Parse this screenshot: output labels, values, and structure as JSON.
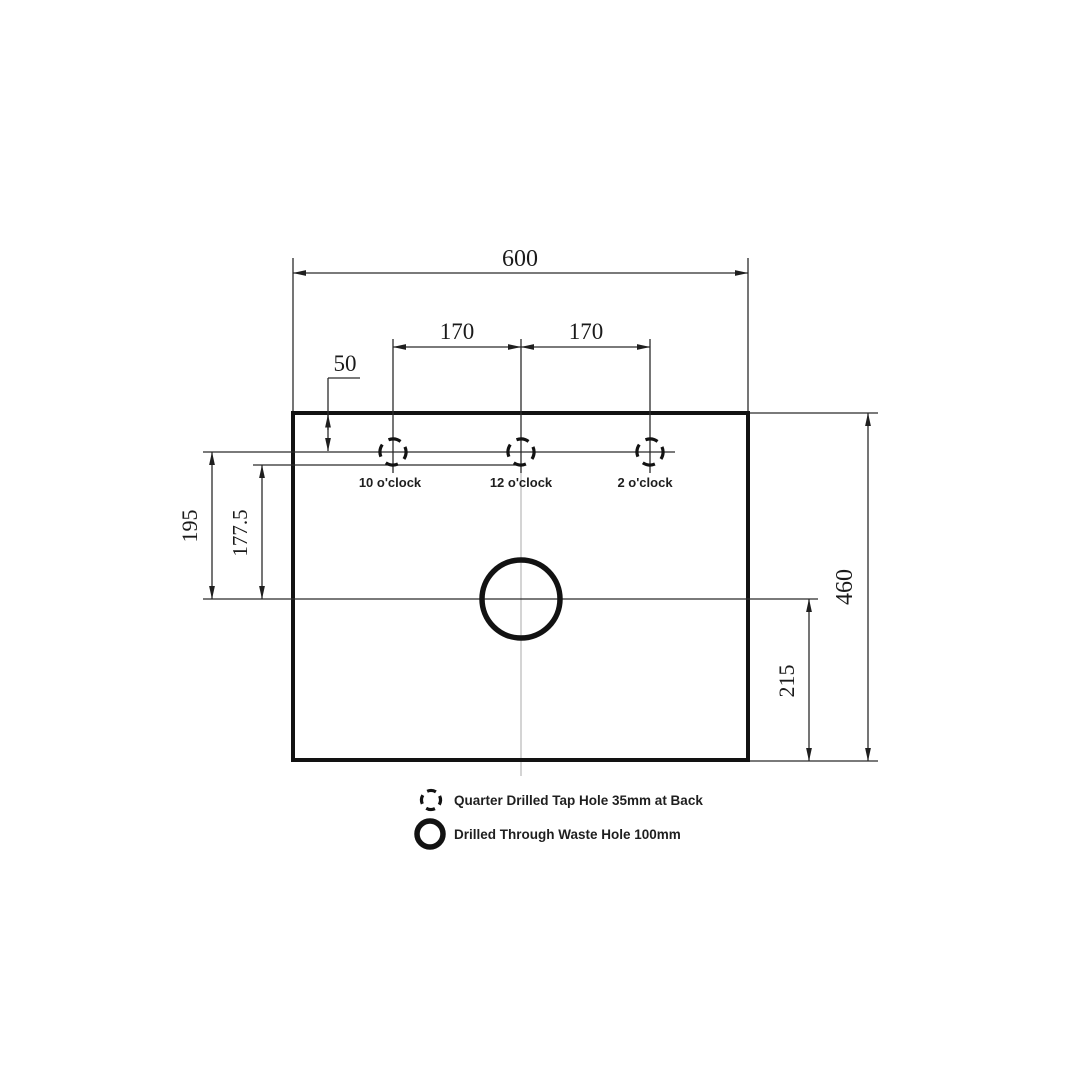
{
  "drawing": {
    "type": "technical-drawing-top-view",
    "colors": {
      "background": "#ffffff",
      "outline": "#121212",
      "dimension_line": "#2b2b2b",
      "centerline": "#a8a8a8",
      "text": "#1a1a1a"
    },
    "dimensions": {
      "overall_width": "600",
      "tap_spacing_left": "170",
      "tap_spacing_right": "170",
      "tap_setback": "50",
      "tap_center_to_waste": "195",
      "tap_edge_to_waste": "177.5",
      "overall_depth": "460",
      "waste_to_front": "215"
    },
    "tap_hole_labels": [
      "10 o'clock",
      "12 o'clock",
      "2 o'clock"
    ],
    "legend": [
      {
        "icon": "dashed-circle-icon",
        "label": "Quarter Drilled Tap Hole 35mm at Back"
      },
      {
        "icon": "solid-circle-icon",
        "label": "Drilled Through Waste Hole 100mm"
      }
    ]
  }
}
